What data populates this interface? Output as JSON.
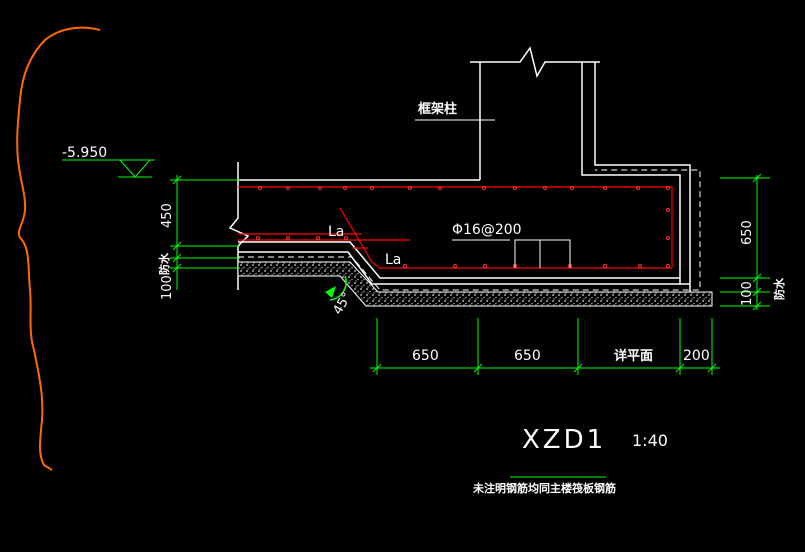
{
  "drawing": {
    "title": "XZD1",
    "scale": "1:40",
    "note": "未注明钢筋均同主楼筏板钢筋",
    "elevation": "-5.950",
    "column_label": "框架柱",
    "rebar_label": "Φ16@200",
    "anchor_label_1": "La",
    "anchor_label_2": "La",
    "angle_label": "45°"
  },
  "dims_left": [
    "450",
    "防水",
    "100"
  ],
  "dims_right": [
    "650",
    "防水",
    "100"
  ],
  "dims_bottom": [
    "650",
    "650",
    "详平面",
    "200"
  ],
  "colors": {
    "background": "#000000",
    "line": "#ffffff",
    "rebar": "#ff0000",
    "dimension": "#00ff00",
    "hatch": "#bdbdbd",
    "break_line": "#ff6a00",
    "angle_mark": "#00ff00"
  }
}
